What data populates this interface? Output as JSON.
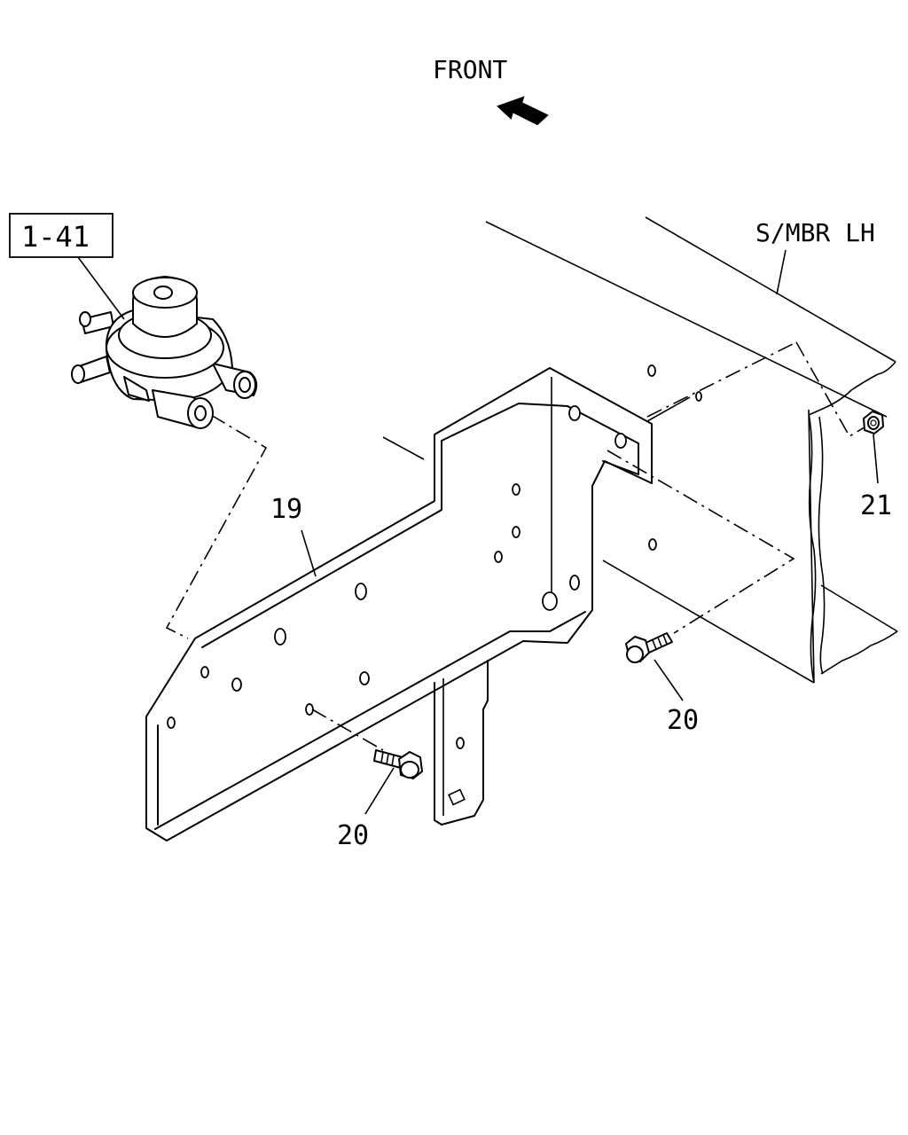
{
  "labels": {
    "front": "FRONT",
    "member": "S/MBR LH",
    "ref_box": "1-41",
    "part_19": "19",
    "part_20_right": "20",
    "part_20_bottom": "20",
    "part_21": "21"
  },
  "icons": {
    "front_arrow": "arrow-left-up-icon"
  }
}
